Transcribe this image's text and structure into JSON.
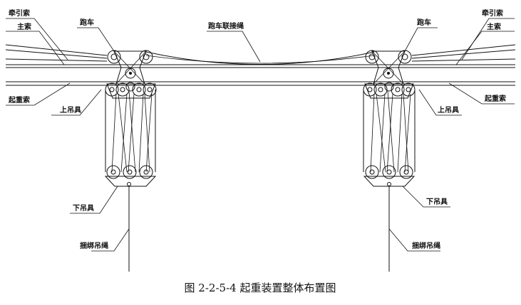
{
  "labels": {
    "traction_rope_left": "牵引索",
    "main_cable_left": "主索",
    "trolley_left": "跑车",
    "trolley_link_rope": "跑车联接绳",
    "trolley_right": "跑车",
    "traction_rope_right": "牵引索",
    "main_cable_right": "主索",
    "hoisting_rope_left": "起重索",
    "upper_block_left": "上吊具",
    "upper_block_right": "上吊具",
    "hoisting_rope_right": "起重索",
    "lower_block_left": "下吊具",
    "lower_block_right": "下吊具",
    "binding_sling_left": "捆绑吊绳",
    "binding_sling_right": "捆绑吊绳"
  },
  "caption": "图 2-2-5-4  起重装置整体布置图"
}
